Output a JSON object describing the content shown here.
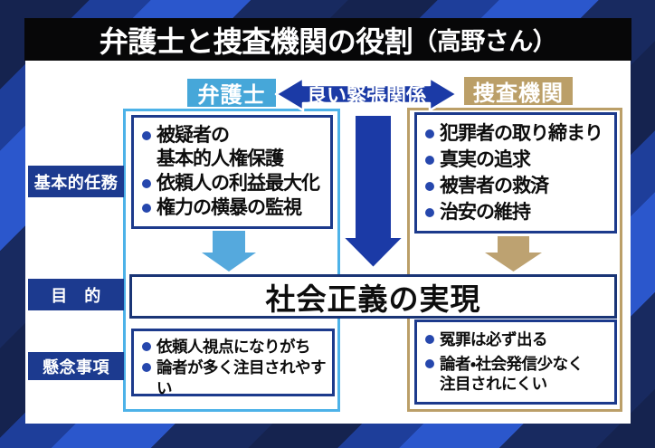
{
  "title": {
    "main": "弁護士と捜査機関の役割",
    "suffix": "（高野さん）"
  },
  "header": {
    "lawyer_label": "弁護士",
    "relation_label": "良い緊張関係",
    "agency_label": "捜査機関"
  },
  "row_labels": {
    "duties": "基本的任務",
    "purpose": "目　的",
    "concerns": "懸念事項"
  },
  "lawyer": {
    "duties": [
      "被疑者の\n基本的人権保護",
      "依頼人の利益最大化",
      "権力の横暴の監視"
    ],
    "concerns": [
      "依頼人視点になりがち",
      "論者が多く注目されやすい"
    ]
  },
  "agency": {
    "duties": [
      "犯罪者の取り締まり",
      "真実の追求",
      "被害者の救済",
      "治安の維持"
    ],
    "concerns": [
      "冤罪は必ず出る",
      "論者・社会発信少なく\n注目されにくい"
    ]
  },
  "goal": "社会正義の実現",
  "colors": {
    "lawyer_blue": "#46a7d9",
    "agency_tan": "#bb9f68",
    "strong_arrow_blue": "#1b3aa6",
    "frame_cyan": "#4db2e8",
    "box_border_navy": "#1c3a8c",
    "badge_navy": "#1c3a8f",
    "background_navy": "#182a60",
    "background_bright_blue": "#2b57cc",
    "title_bar_black": "#070708"
  }
}
